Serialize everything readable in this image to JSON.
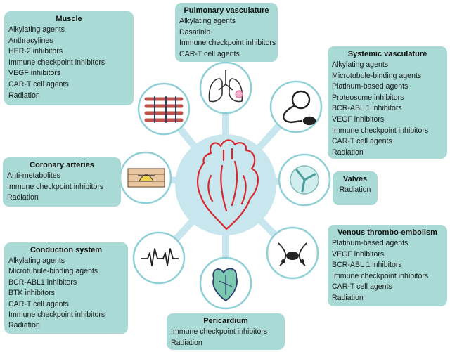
{
  "colors": {
    "box_fill": "#a9dad6",
    "center_fill": "#c7e6ee",
    "connector": "#c7e6ee",
    "heart": "#d8262e"
  },
  "center": {
    "icon": "heart-icon"
  },
  "categories": [
    {
      "id": "muscle",
      "title": "Muscle",
      "icon": "muscle-fibers-icon",
      "items": [
        "Alkylating agents",
        "Anthracylines",
        "HER-2 inhibitors",
        "Immune checkpoint inhibitors",
        "VEGF inhibitors",
        "CAR-T cell agents",
        "Radiation"
      ]
    },
    {
      "id": "pulmonary",
      "title": "Pulmonary vasculature",
      "icon": "lungs-icon",
      "items": [
        "Alkylating agents",
        "Dasatinib",
        "Immune checkpoint inhibitors",
        "CAR-T cell agents"
      ]
    },
    {
      "id": "systemic",
      "title": "Systemic vasculature",
      "icon": "blood-pressure-cuff-icon",
      "items": [
        "Alkylating agents",
        "Microtubule-binding agents",
        "Platinum-based agents",
        "Proteosome inhibitors",
        "BCR-ABL 1 inhibitors",
        "VEGF inhibitors",
        "Immune checkpoint inhibitors",
        "CAR-T cell agents",
        "Radiation"
      ]
    },
    {
      "id": "coronary",
      "title": "Coronary arteries",
      "icon": "artery-plaque-icon",
      "items": [
        "Anti-metabolites",
        "Immune checkpoint inhibitors",
        "Radiation"
      ]
    },
    {
      "id": "valves",
      "title": "Valves",
      "icon": "valve-icon",
      "items": [
        "Radiation"
      ]
    },
    {
      "id": "conduction",
      "title": "Conduction system",
      "icon": "ecg-waveform-icon",
      "items": [
        "Alkylating agents",
        "Microtubule-binding agents",
        "BCR-ABL1 inhibitors",
        "BTK inhibitors",
        "CAR-T cell agents",
        "Immune checkpoint inhibitors",
        "Radiation"
      ]
    },
    {
      "id": "vte",
      "title": "Venous thrombo-embolism",
      "icon": "thrombus-icon",
      "items": [
        "Platinum-based agents",
        "VEGF inhibitors",
        "BCR-ABL 1 inhibitors",
        "Immune checkpoint inhibitors",
        "CAR-T cell agents",
        "Radiation"
      ]
    },
    {
      "id": "pericardium",
      "title": "Pericardium",
      "icon": "pericardium-icon",
      "items": [
        "Immune checkpoint inhibitors",
        "Radiation"
      ]
    }
  ]
}
